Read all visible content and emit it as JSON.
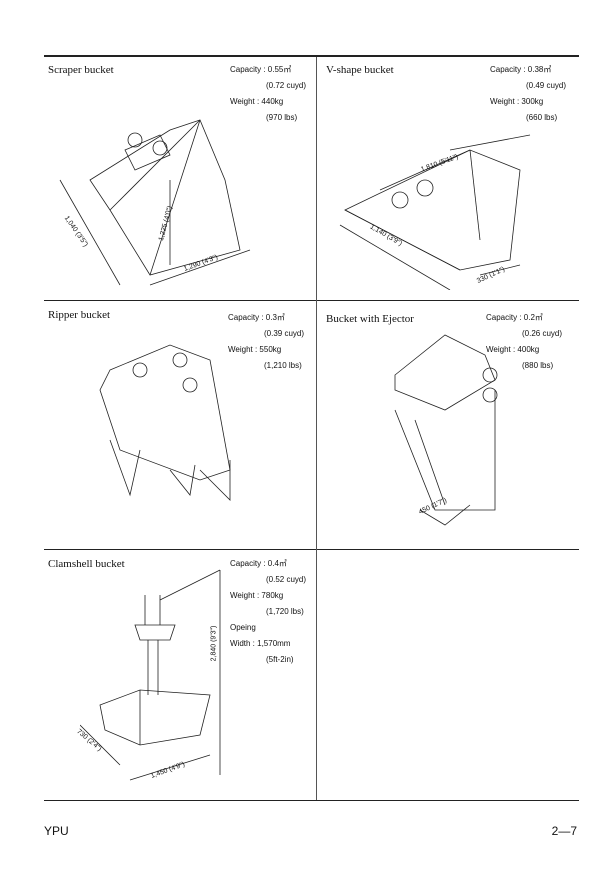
{
  "panels": [
    {
      "title": "Scraper bucket",
      "capacity": "Capacity : 0.55㎥",
      "capacity_alt": "(0.72 cuyd)",
      "weight": "Weight : 440kg",
      "weight_alt": "(970 lbs)",
      "dims": [
        "1,040 (3'5\")",
        "1,225 (4'0\")",
        "1,290 (4'3\")"
      ]
    },
    {
      "title": "V-shape bucket",
      "capacity": "Capacity : 0.38㎥",
      "capacity_alt": "(0.49 cuyd)",
      "weight": "Weight : 300kg",
      "weight_alt": "(660 lbs)",
      "dims": [
        "1,810 (5'11\")",
        "1,140 (3'9\")",
        "330 (1'1\")"
      ]
    },
    {
      "title": "Ripper bucket",
      "capacity": "Capacity : 0.3㎥",
      "capacity_alt": "(0.39 cuyd)",
      "weight": "Weight : 550kg",
      "weight_alt": "(1,210 lbs)"
    },
    {
      "title": "Bucket with Ejector",
      "capacity": "Capacity : 0.2㎥",
      "capacity_alt": "(0.26 cuyd)",
      "weight": "Weight : 400kg",
      "weight_alt": "(880 lbs)",
      "dims": [
        "450 (1'7\")"
      ]
    },
    {
      "title": "Clamshell bucket",
      "capacity": "Capacity : 0.4㎥",
      "capacity_alt": "(0.52 cuyd)",
      "weight": "Weight : 780kg",
      "weight_alt": "(1,720 lbs)",
      "opening": "Opeing",
      "width": "Width : 1,570mm",
      "width_alt": "(5ft-2in)",
      "dims": [
        "2,840 (9'3\")",
        "730 (2'4\")",
        "1,450 (4'9\")"
      ]
    }
  ],
  "footer": {
    "left": "YPU",
    "right": "2—7"
  }
}
